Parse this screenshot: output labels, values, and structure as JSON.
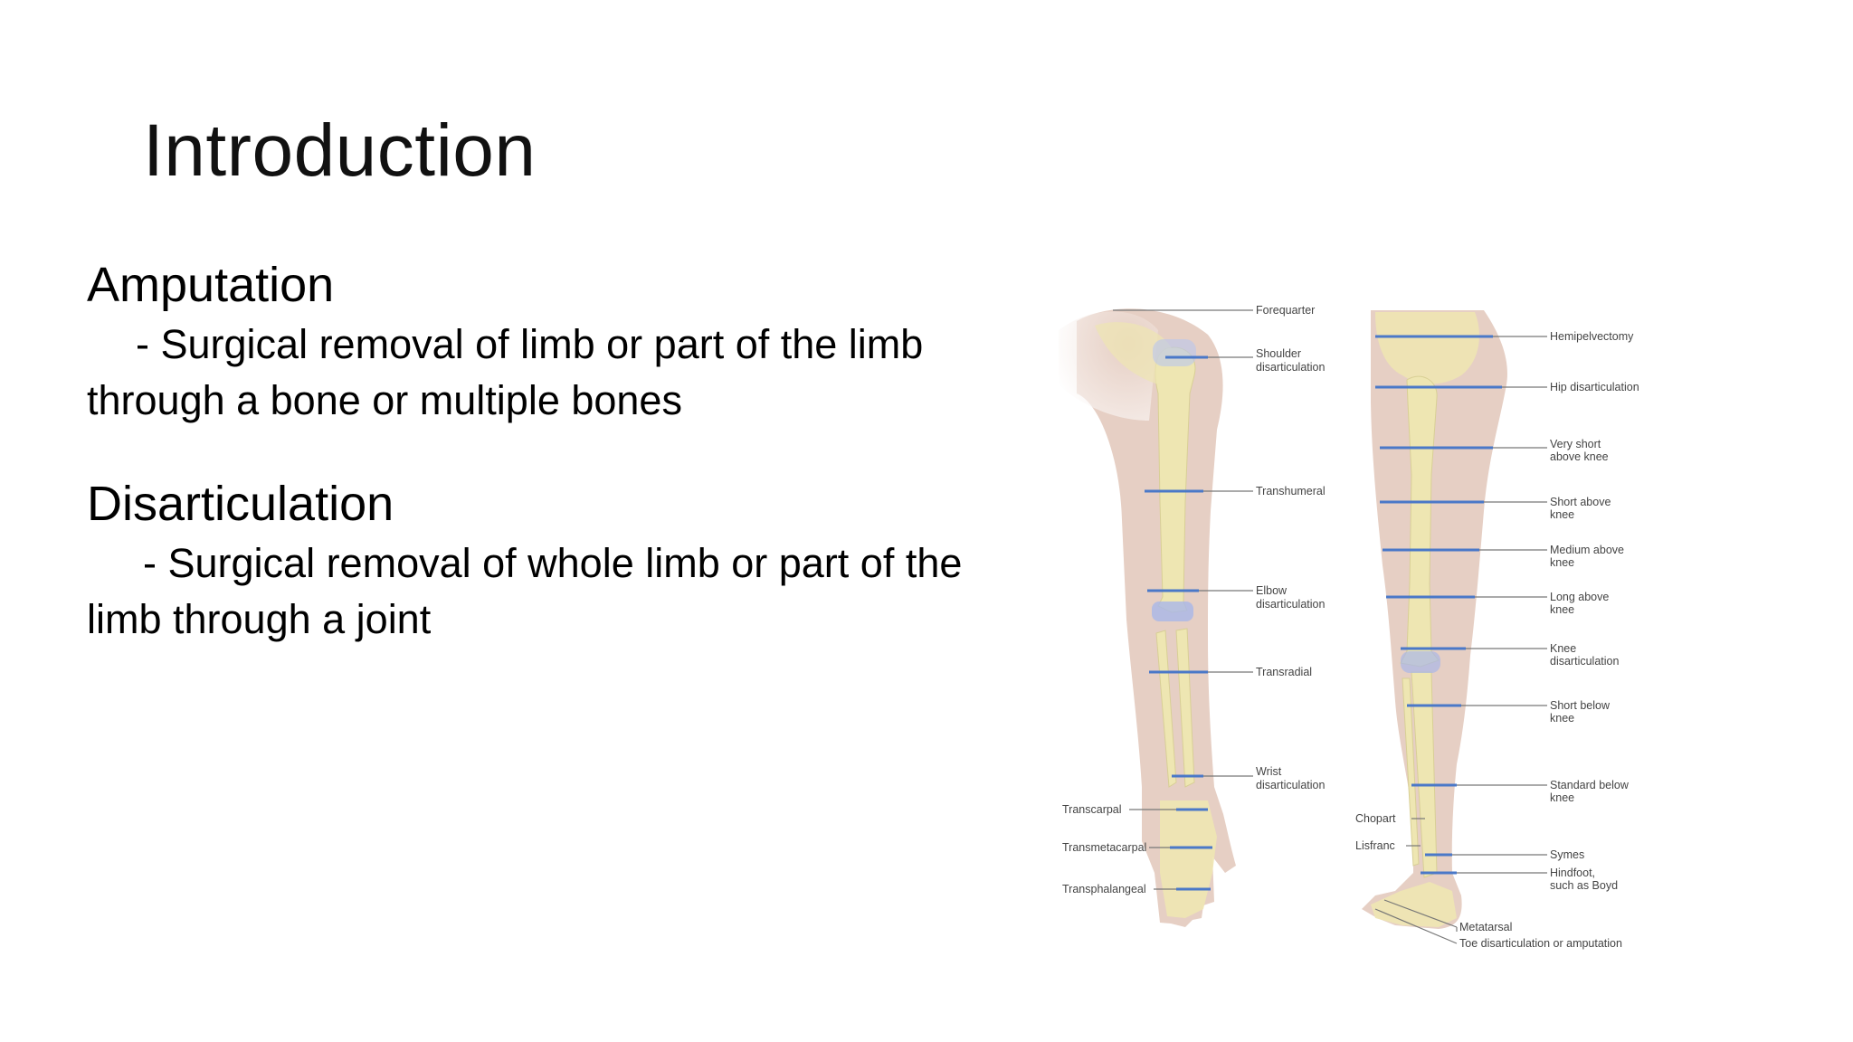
{
  "slide": {
    "title": "Introduction",
    "sections": [
      {
        "heading": "Amputation",
        "line1": "- Surgical removal of limb or part of the limb",
        "line2": "through a bone or multiple bones"
      },
      {
        "heading": "Disarticulation",
        "line1": "- Surgical removal of whole limb or part of the",
        "line2": "limb through a joint"
      }
    ]
  },
  "figure": {
    "arm_labels": {
      "forequarter": "Forequarter",
      "shoulder_1": "Shoulder",
      "shoulder_2": "disarticulation",
      "transhumeral": "Transhumeral",
      "elbow_1": "Elbow",
      "elbow_2": "disarticulation",
      "transradial": "Transradial",
      "wrist_1": "Wrist",
      "wrist_2": "disarticulation",
      "transcarpal": "Transcarpal",
      "transmetacarpal": "Transmetacarpal",
      "transphalangeal": "Transphalangeal"
    },
    "leg_labels": {
      "hemipelvectomy": "Hemipelvectomy",
      "hip": "Hip disarticulation",
      "very_short_1": "Very short",
      "very_short_2": "above knee",
      "short_above_1": "Short above",
      "short_above_2": "knee",
      "medium_above_1": "Medium above",
      "medium_above_2": "knee",
      "long_above_1": "Long above",
      "long_above_2": "knee",
      "knee_1": "Knee",
      "knee_2": "disarticulation",
      "short_below_1": "Short below",
      "short_below_2": "knee",
      "standard_below_1": "Standard below",
      "standard_below_2": "knee",
      "chopart": "Chopart",
      "lisfranc": "Lisfranc",
      "symes": "Symes",
      "hindfoot_1": "Hindfoot,",
      "hindfoot_2": "such as Boyd",
      "metatarsal": "Metatarsal",
      "toe": "Toe disarticulation or amputation"
    },
    "colors": {
      "skin": "#e6cfc4",
      "bone": "#eee6b2",
      "cut_line": "#4a78c8",
      "leader_line": "#777777"
    }
  }
}
